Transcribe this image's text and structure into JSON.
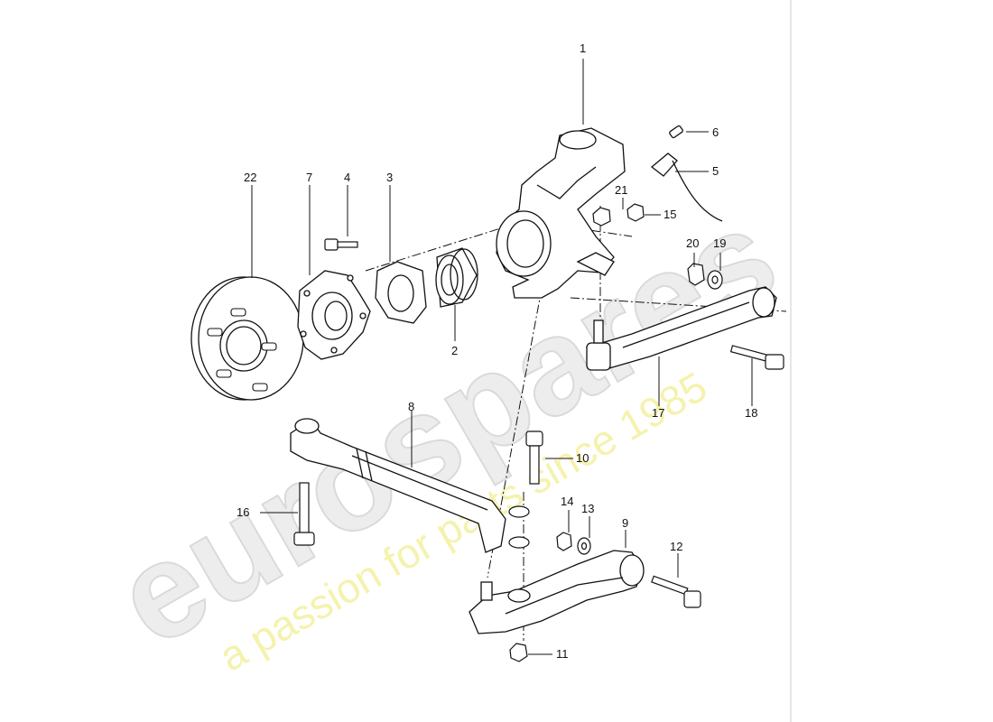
{
  "watermark": {
    "brand": "eurospares",
    "tagline": "a passion for parts since 1985"
  },
  "callouts": [
    "1",
    "2",
    "3",
    "4",
    "5",
    "6",
    "7",
    "8",
    "9",
    "10",
    "11",
    "12",
    "13",
    "14",
    "15",
    "16",
    "17",
    "18",
    "19",
    "20",
    "21",
    "22"
  ],
  "colors": {
    "line": "#111111",
    "watermark_text": "#ececec",
    "watermark_tagline": "#f4f1a6",
    "border": "#cccccc"
  }
}
